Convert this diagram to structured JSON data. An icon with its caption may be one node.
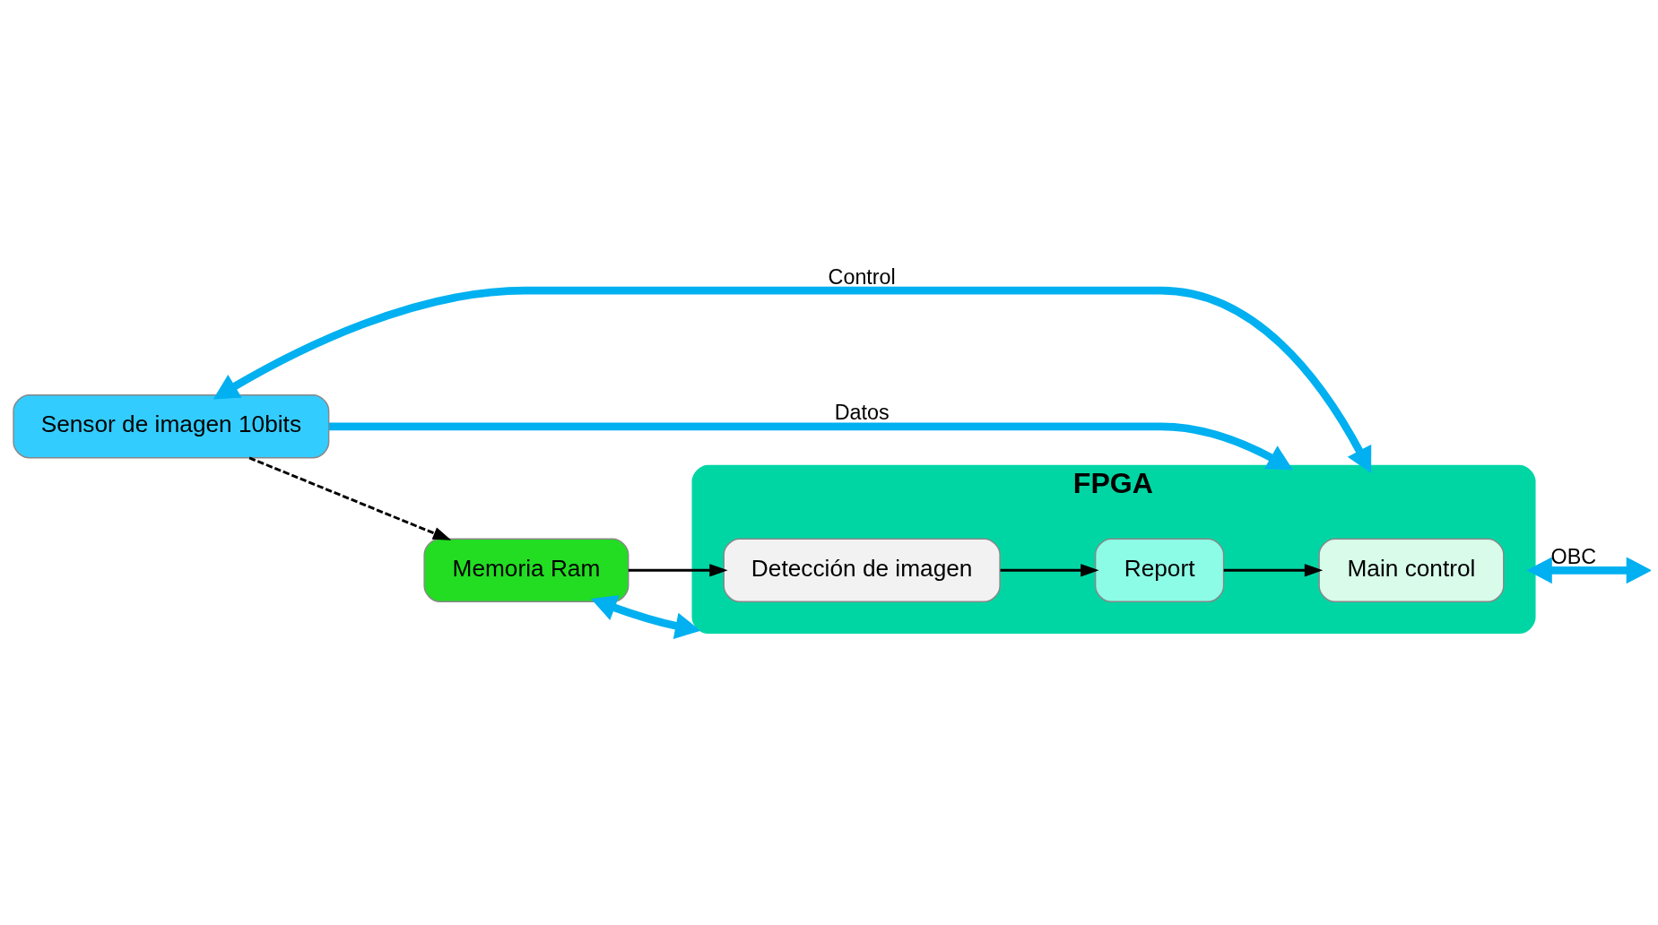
{
  "diagram": {
    "nodes": [
      {
        "text": [
          "Sensor de imagen 10bits"
        ]
      },
      {
        "text": [
          "FPGA"
        ]
      },
      {
        "text": [
          "Main control"
        ],
        "in": 1
      },
      {
        "text": [
          "Detección de imagen"
        ],
        "in": 1
      },
      {
        "text": [
          "Report"
        ],
        "in": 1
      },
      {
        "text": [
          "Memoria Ram"
        ]
      }
    ],
    "edges": [
      {
        "from": 0,
        "to": 1,
        "arrow": "both",
        "label": "Control",
        "style": "thick",
        "color": "#00b0f0"
      },
      {
        "from": 0,
        "to": 1,
        "arrow": "to",
        "label": "Datos",
        "style": "thick",
        "color": "#00b0f0"
      },
      {
        "from": 0,
        "to": 5,
        "arrow": "to",
        "style": "dashed",
        "color": "#000000"
      },
      {
        "from": 5,
        "to": 1,
        "arrow": "both",
        "style": "thick",
        "color": "#00b0f0"
      },
      {
        "from": 5,
        "to": 3,
        "arrow": "to",
        "color": "#000000"
      },
      {
        "from": 3,
        "to": 4,
        "arrow": "to",
        "color": "#000000"
      },
      {
        "from": 4,
        "to": 2,
        "arrow": "to",
        "color": "#000000"
      },
      {
        "from": 1,
        "to": null,
        "arrow": "both",
        "label": "OBC",
        "style": "thick",
        "color": "#00b0f0"
      }
    ]
  }
}
